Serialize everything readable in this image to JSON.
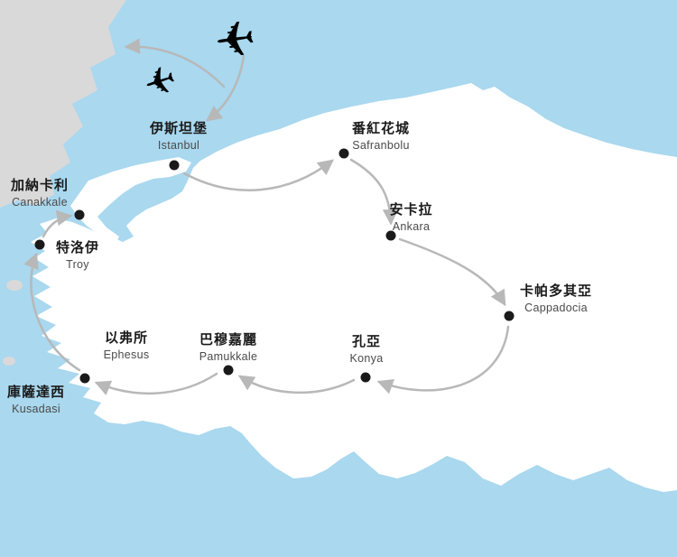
{
  "map": {
    "name": "turkey-tour-route-map",
    "colors": {
      "sea": "#a9d8ef",
      "land": "#ffffff",
      "europe_land": "#d9d9d9",
      "route": "#b8b8b8",
      "dot": "#1a1a1a",
      "label_zh": "#1a1a1a",
      "label_en": "#4a4a4a"
    }
  },
  "icons": {
    "plane": "✈"
  },
  "cities": [
    {
      "zh": "伊斯坦堡",
      "en": "Istanbul"
    },
    {
      "zh": "番紅花城",
      "en": "Safranbolu"
    },
    {
      "zh": "安卡拉",
      "en": "Ankara"
    },
    {
      "zh": "卡帕多其亞",
      "en": "Cappadocia"
    },
    {
      "zh": "孔亞",
      "en": "Konya"
    },
    {
      "zh": "巴穆嘉麗",
      "en": "Pamukkale"
    },
    {
      "zh": "以弗所",
      "en": "Ephesus"
    },
    {
      "zh": "庫薩達西",
      "en": "Kusadasi"
    },
    {
      "zh": "特洛伊",
      "en": "Troy"
    },
    {
      "zh": "加納卡利",
      "en": "Canakkale"
    }
  ],
  "route_order": [
    "Istanbul",
    "Safranbolu",
    "Ankara",
    "Cappadocia",
    "Konya",
    "Pamukkale",
    "Kusadasi",
    "Troy",
    "Canakkale"
  ]
}
